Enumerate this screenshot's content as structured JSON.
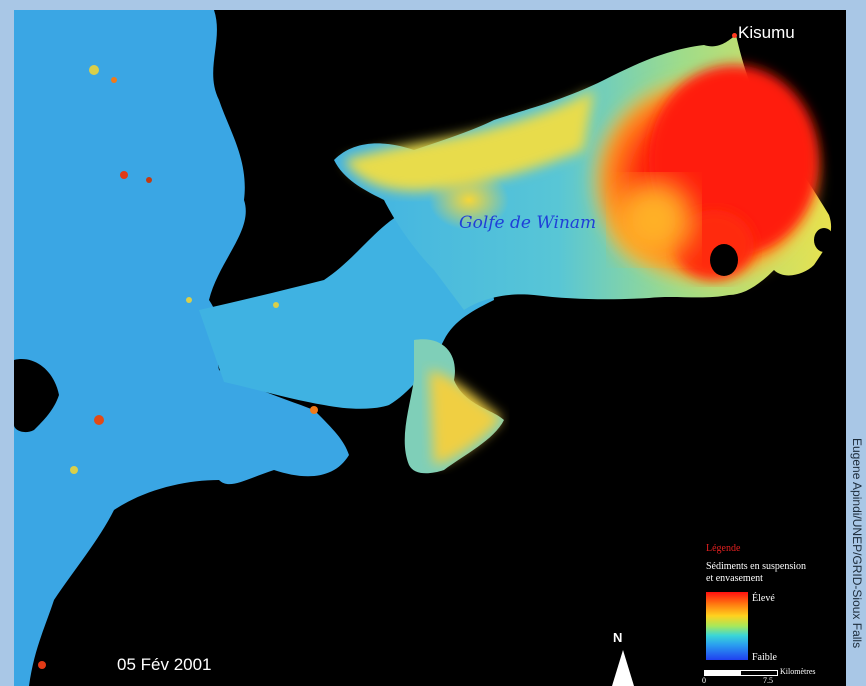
{
  "map": {
    "place_label": "Kisumu",
    "gulf_label": "Golfe de Winam",
    "date": "05 Fév 2001",
    "north": "N",
    "credit": "Eugene Apindi/UNEP/GRID-Sioux Falls"
  },
  "legend": {
    "title": "Légende",
    "subtitle_line1": "Sédiments en suspension",
    "subtitle_line2": "et envasement",
    "high": "Élevé",
    "low": "Faible",
    "scale_unit": "Kilomètres",
    "scale_start": "0",
    "scale_end": "7.5"
  },
  "colors": {
    "land": "#000000",
    "frame": "#a9c7e6",
    "water_low": "#3aa8e6",
    "water_mid": "#f3e84a",
    "water_high": "#ff1a0f",
    "gulf_label": "#1f3fd8",
    "legend_title": "#e32020"
  }
}
